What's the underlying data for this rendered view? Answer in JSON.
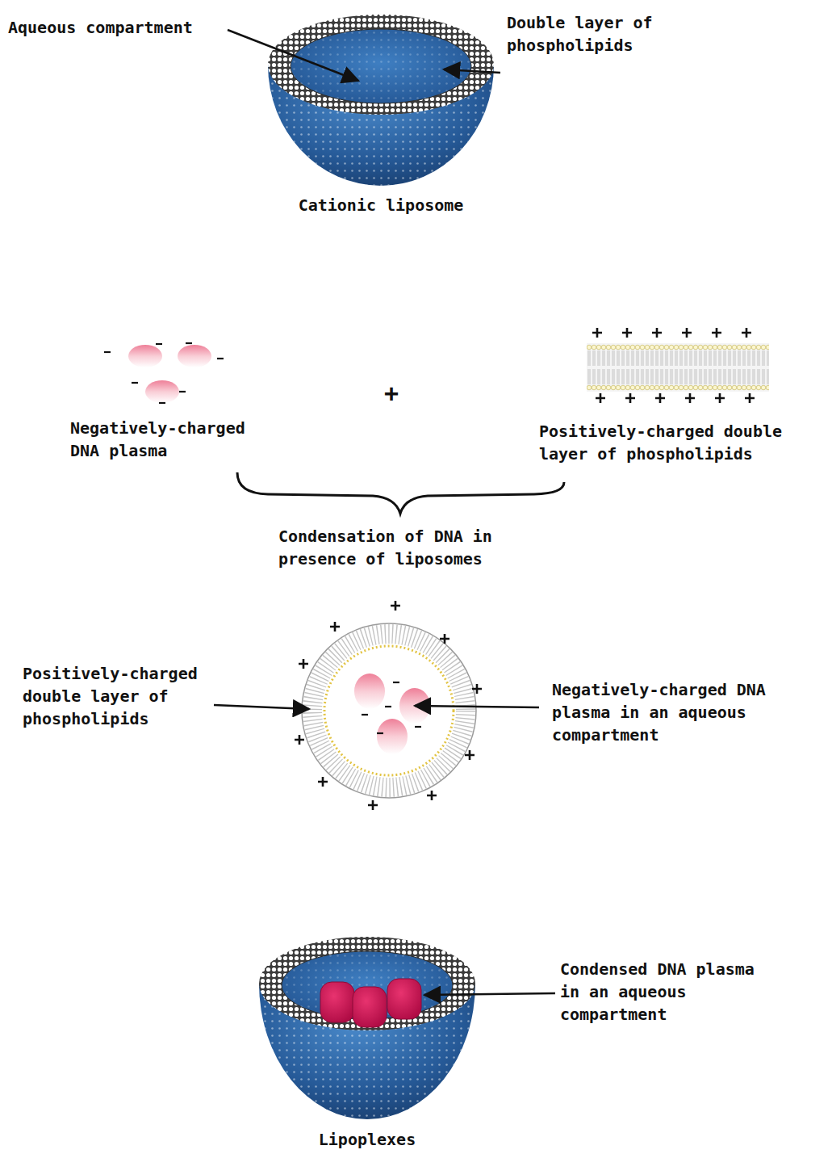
{
  "diagram": {
    "labels": [
      "Aqueous compartment",
      "Double layer of phospholipids",
      "Cationic liposome",
      "Negatively-charged DNA plasma",
      "+",
      "Positively-charged double layer of phospholipids",
      "Condensation of DNA in presence of liposomes",
      "Positively-charged double layer of phospholipids",
      "Negatively-charged DNA plasma in an aqueous compartment",
      "Condensed DNA plasma in an aqueous compartment",
      "Lipoplexes"
    ]
  }
}
